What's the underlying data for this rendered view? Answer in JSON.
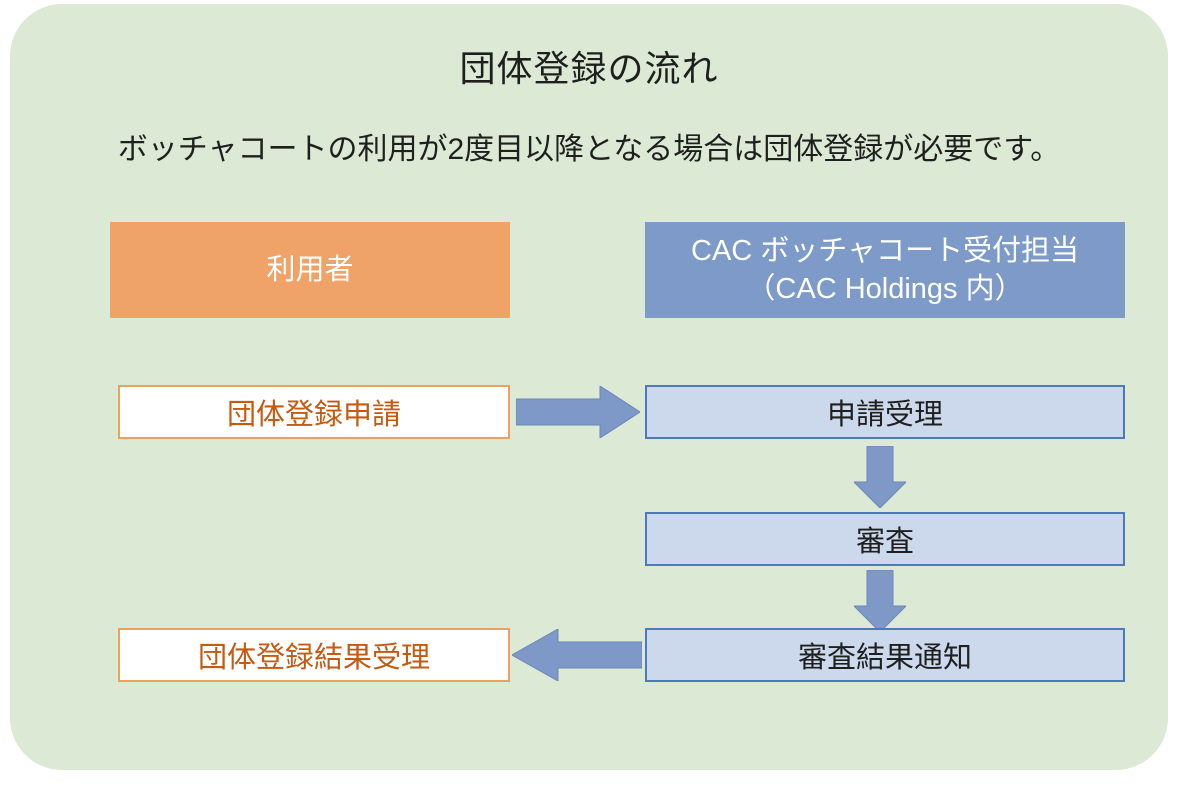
{
  "page": {
    "title": "団体登録の流れ",
    "subtitle": "ボッチャコートの利用が2度目以降となる場合は団体登録が必要です。"
  },
  "columns": {
    "user": {
      "label": "利用者"
    },
    "cac": {
      "label_line1": "CAC ボッチャコート受付担当",
      "label_line2": "（CAC Holdings 内）"
    }
  },
  "flow": {
    "user_steps": [
      {
        "label": "団体登録申請"
      },
      {
        "label": "団体登録結果受理"
      }
    ],
    "cac_steps": [
      {
        "label": "申請受理"
      },
      {
        "label": "審査"
      },
      {
        "label": "審査結果通知"
      }
    ],
    "arrows": [
      {
        "name": "arrow-right",
        "from": "団体登録申請",
        "to": "申請受理"
      },
      {
        "name": "arrow-down-1",
        "from": "申請受理",
        "to": "審査"
      },
      {
        "name": "arrow-down-2",
        "from": "審査",
        "to": "審査結果通知"
      },
      {
        "name": "arrow-left",
        "from": "審査結果通知",
        "to": "団体登録結果受理"
      }
    ]
  },
  "colors": {
    "panel_background": "#dcead5",
    "user_header_fill": "#f0a368",
    "cac_header_fill": "#7d9ac8",
    "cac_step_fill": "#ccd9ed",
    "cac_step_border": "#4f79bd",
    "user_step_border": "#eda161",
    "user_step_text": "#c55a11",
    "arrow_fill": "#7e99c8",
    "text": "#1f1f1f"
  }
}
